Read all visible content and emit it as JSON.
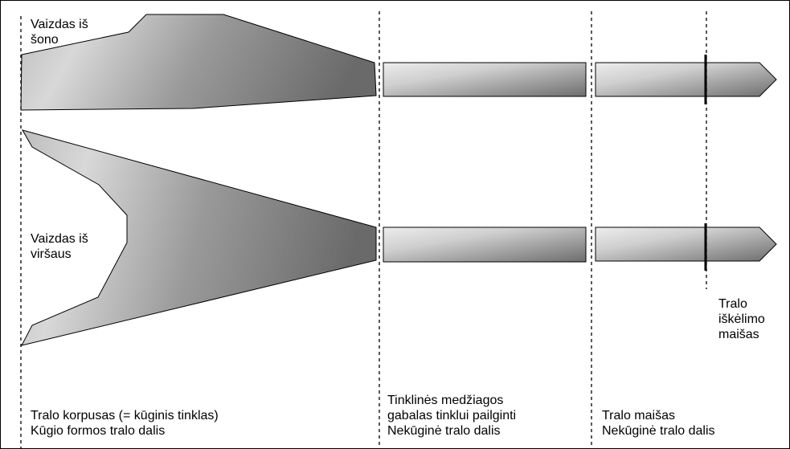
{
  "views": {
    "side": {
      "line1": "Vaizdas iš",
      "line2": "šono"
    },
    "top": {
      "line1": "Vaizdas iš",
      "line2": "viršaus"
    }
  },
  "lifting_bag": {
    "line1": "Tralo",
    "line2": "iškėlimo",
    "line3": "maišas"
  },
  "sections": [
    {
      "line1": "Tralo korpusas (= kūginis tinklas)",
      "line2": "Kūgio formos tralo dalis"
    },
    {
      "line1": "Tinklinės medžiagos",
      "line2": "gabalas tinklui pailginti",
      "line3": "Nekūginė tralo dalis"
    },
    {
      "line1": "Tralo maišas",
      "line2": "Nekūginė tralo dalis"
    }
  ],
  "colors": {
    "fill_dark": "#6e6e6e",
    "fill_light": "#f4f4f4",
    "stroke": "#000000"
  }
}
